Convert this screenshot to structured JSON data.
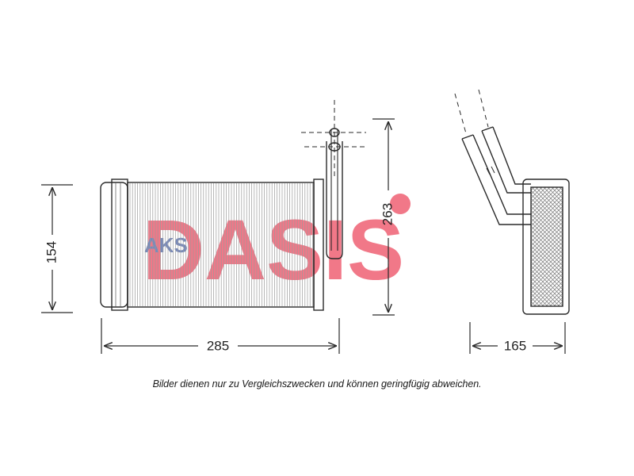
{
  "dimensions": {
    "height": "154",
    "width": "285",
    "total_height": "263",
    "depth": "165"
  },
  "watermark": {
    "text": "AKSDASIS",
    "red": "#e8203a",
    "blue": "#1f3d8f"
  },
  "caption": "Bilder dienen nur zu Vergleichszwecken und können geringfügig abweichen.",
  "colors": {
    "line": "#2a2a2a",
    "fin": "#9a9a9a"
  }
}
